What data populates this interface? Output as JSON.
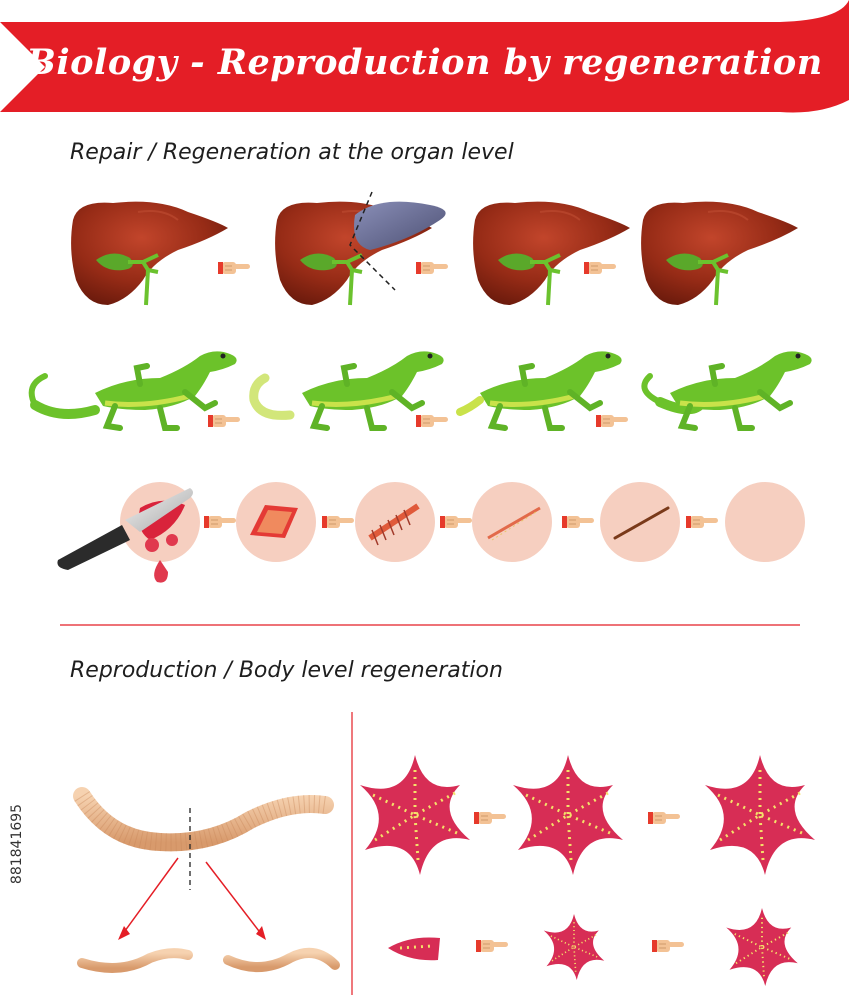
{
  "header": {
    "title": "Biology - Reproduction by regeneration",
    "banner_color": "#e41e26"
  },
  "sections": [
    {
      "title": "Repair / Regeneration at the organ level"
    },
    {
      "title": "Reproduction / Body level regeneration"
    }
  ],
  "image_id": "881841695",
  "icons": {
    "liver": "liver-icon",
    "lizard": "lizard-icon",
    "wound": "wound-icon",
    "knife": "knife-icon",
    "pointer": "pointing-hand-icon",
    "worm": "earthworm-icon",
    "starfish": "starfish-icon"
  },
  "colors": {
    "liver": "#8e2413",
    "lizard": "#6cc22a",
    "skin": "#f6cfc0",
    "starfish": "#d72d55",
    "divider": "#e41e26"
  }
}
